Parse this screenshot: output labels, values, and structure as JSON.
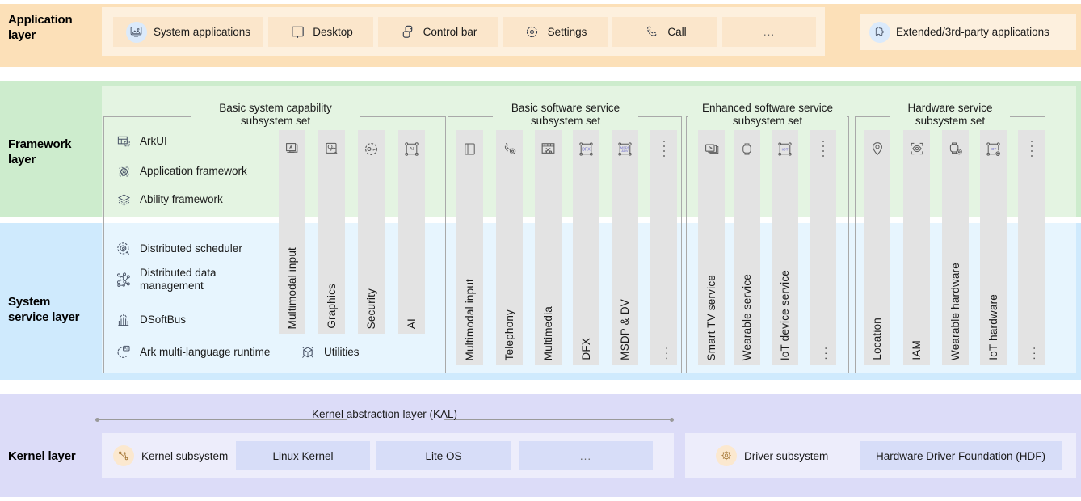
{
  "layers": {
    "application": {
      "label": "Application\nlayer",
      "label_line1": "Application",
      "label_line2": "layer",
      "color": "#fce0b8",
      "items": [
        {
          "name": "system-applications",
          "label": "System applications",
          "icon": "monitor-picture-icon"
        },
        {
          "name": "desktop",
          "label": "Desktop",
          "icon": "square-desktop-icon"
        },
        {
          "name": "control-bar",
          "label": "Control bar",
          "icon": "stacked-panels-icon"
        },
        {
          "name": "settings",
          "label": "Settings",
          "icon": "gear-icon"
        },
        {
          "name": "call",
          "label": "Call",
          "icon": "phone-handset-icon"
        },
        {
          "name": "more",
          "label": "...",
          "icon": ""
        }
      ],
      "extended": {
        "label": "Extended/3rd-party applications",
        "icon": "puzzle-piece-icon"
      }
    },
    "framework": {
      "label_line1": "Framework",
      "label_line2": "layer",
      "color": "#cdeccd",
      "features": [
        {
          "name": "arkui",
          "label": "ArkUI",
          "icon": "layout-frame-icon"
        },
        {
          "name": "application-framework",
          "label": "Application framework",
          "icon": "atom-icon"
        },
        {
          "name": "ability-framework",
          "label": "Ability framework",
          "icon": "stacked-layers-icon"
        }
      ]
    },
    "system_service": {
      "label_line1": "System",
      "label_line2": "service layer",
      "color": "#cfeafd",
      "features": [
        {
          "name": "distributed-scheduler",
          "label": "Distributed scheduler",
          "icon": "orbit-scheduler-icon"
        },
        {
          "name": "distributed-data-management",
          "label": "Distributed data management",
          "icon": "node-network-icon"
        },
        {
          "name": "dsoftbus",
          "label": "DSoftBus",
          "icon": "softbus-icon"
        },
        {
          "name": "ark-multi-language-runtime",
          "label": "Ark multi-language runtime",
          "icon": "runtime-arc-icon"
        },
        {
          "name": "utilities",
          "label": "Utilities",
          "icon": "cube-icon"
        }
      ]
    },
    "kernel": {
      "label_line1": "Kernel layer",
      "label_line2": "",
      "color": "#dcdcf8",
      "kal_title": "Kernel abstraction layer (KAL)",
      "kernel_subsystem": {
        "label": "Kernel subsystem",
        "icon": "kernel-node-icon"
      },
      "kernel_options": [
        "Linux Kernel",
        "Lite OS",
        "..."
      ],
      "driver_subsystem": {
        "label": "Driver subsystem",
        "icon": "driver-gear-icon"
      },
      "driver_options": [
        "Hardware Driver Foundation (HDF)"
      ]
    }
  },
  "subsystem_sets": [
    {
      "name": "basic-system-capability",
      "title_line1": "Basic system capability",
      "title_line2": "subsystem set",
      "columns": [
        {
          "label": "Multimodal input",
          "icon": "multimodal-input-icon"
        },
        {
          "label": "Graphics",
          "icon": "graphics-icon"
        },
        {
          "label": "Security",
          "icon": "security-key-icon"
        },
        {
          "label": "AI",
          "icon": "ai-node-icon"
        }
      ]
    },
    {
      "name": "basic-software-service",
      "title_line1": "Basic software service",
      "title_line2": "subsystem set",
      "columns": [
        {
          "label": "Multimodal input",
          "icon": "book-icon"
        },
        {
          "label": "Telephony",
          "icon": "telephony-icon"
        },
        {
          "label": "Multimedia",
          "icon": "multimedia-icon"
        },
        {
          "label": "DFX",
          "icon": "dfx-node-icon"
        },
        {
          "label": "MSDP & DV",
          "icon": "msdp-dv-node-icon"
        },
        {
          "label": "...",
          "icon": "ellipsis-icon"
        }
      ]
    },
    {
      "name": "enhanced-software-service",
      "title_line1": "Enhanced software service",
      "title_line2": "subsystem set",
      "columns": [
        {
          "label": "Smart TV service",
          "icon": "tv-screens-icon"
        },
        {
          "label": "Wearable service",
          "icon": "watch-icon"
        },
        {
          "label": "IoT device service",
          "icon": "iot-node-icon"
        },
        {
          "label": "...",
          "icon": "ellipsis-icon"
        }
      ]
    },
    {
      "name": "hardware-service",
      "title_line1": "Hardware service",
      "title_line2": "subsystem set",
      "columns": [
        {
          "label": "Location",
          "icon": "location-pin-icon"
        },
        {
          "label": "IAM",
          "icon": "eye-scan-icon"
        },
        {
          "label": "Wearable hardware",
          "icon": "watch-gear-icon"
        },
        {
          "label": "IoT hardware",
          "icon": "iot-gear-node-icon"
        },
        {
          "label": "...",
          "icon": "ellipsis-icon"
        }
      ]
    }
  ],
  "colors": {
    "application_band": "#fce0b8",
    "framework_band": "#cdeccd",
    "system_service_band": "#cfeafd",
    "kernel_band": "#dcdcf8",
    "panel_green": "#e4f4e2",
    "panel_blue": "#e7f5fe",
    "column_gray": "#e3e3e3",
    "kernel_chip": "#d7ddf8"
  }
}
